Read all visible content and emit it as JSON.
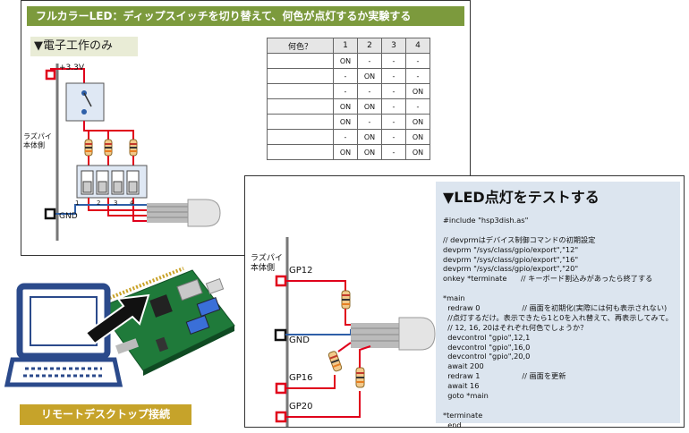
{
  "top_panel": {
    "title": "フルカラーLED：ディップスイッチを切り替えて、何色が点灯するか実験する",
    "section": "▼電子工作のみ",
    "vcc_label": "+3.3V",
    "side_label_line1": "ラズパイ",
    "side_label_line2": "本体側",
    "gnd_label": "GND",
    "switch_numbers": [
      "1",
      "2",
      "3",
      "4"
    ]
  },
  "truth_table": {
    "headers": [
      "何色？",
      "1",
      "2",
      "3",
      "4"
    ],
    "rows": [
      [
        "",
        "ON",
        "-",
        "-",
        "-"
      ],
      [
        "",
        "-",
        "ON",
        "-",
        "-"
      ],
      [
        "",
        "-",
        "-",
        "-",
        "ON"
      ],
      [
        "",
        "ON",
        "ON",
        "-",
        "-"
      ],
      [
        "",
        "ON",
        "-",
        "-",
        "ON"
      ],
      [
        "",
        "-",
        "ON",
        "-",
        "ON"
      ],
      [
        "",
        "ON",
        "ON",
        "-",
        "ON"
      ]
    ]
  },
  "bottom_panel": {
    "side_label_line1": "ラズパイ",
    "side_label_line2": "本体側",
    "pins": [
      "GP12",
      "GND",
      "GP16",
      "GP20"
    ],
    "led_title": "▼LED点灯をテストする",
    "code_lines": [
      "#include \"hsp3dish.as\"",
      "",
      "// devprmはデバイス制御コマンドの初期設定",
      "devprm \"/sys/class/gpio/export\",\"12\"",
      "devprm \"/sys/class/gpio/export\",\"16\"",
      "devprm \"/sys/class/gpio/export\",\"20\"",
      "onkey *terminate      // キーボード割込みがあったら終了する",
      "",
      "*main",
      "  redraw 0                  // 画面を初期化(実際には何も表示されない)",
      "  //点灯するだけ。表示できたら1と0を入れ替えて、再表示してみて。",
      "  // 12, 16, 20はそれぞれ何色でしょうか？",
      "  devcontrol \"gpio\",12,1",
      "  devcontrol \"gpio\",16,0",
      "  devcontrol \"gpio\",20,0",
      "  await 200",
      "  redraw 1                  // 画面を更新",
      "  await 16",
      "  goto *main",
      "",
      "*terminate",
      "  end"
    ]
  },
  "remote_label": "リモートデスクトップ接続",
  "colors": {
    "title_green": "#7c9a3d",
    "section_bg": "#e9ecd6",
    "code_bg": "#dce5ef",
    "remote_gold": "#c6a32a",
    "wire_red": "#e0001b",
    "wire_blue": "#2e5fa8",
    "laptop_blue": "#2b4a8b",
    "board_green": "#1f7a3a"
  }
}
